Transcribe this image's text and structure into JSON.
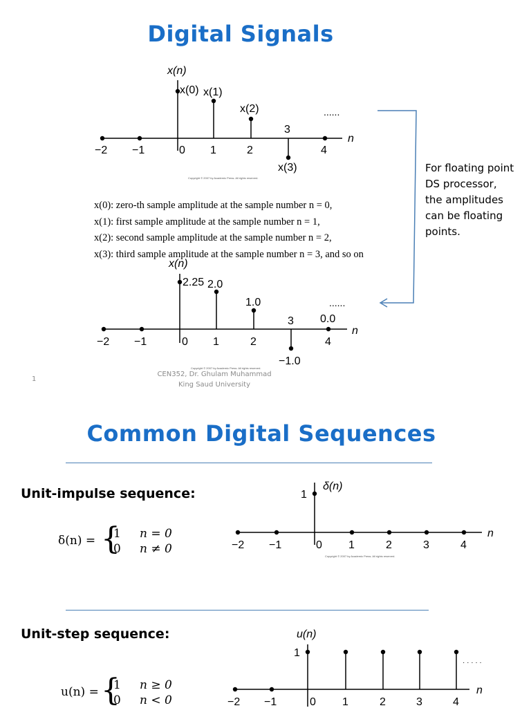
{
  "slide1": {
    "title": "Digital Signals",
    "side_note": "For floating point DS processor, the amplitudes can be floating points.",
    "desc_lines": [
      "x(0): zero-th sample amplitude at the sample number n = 0,",
      "x(1): first sample amplitude at the sample number n = 1,",
      "x(2): second sample amplitude at the sample number n = 2,",
      "x(3): third sample amplitude at the sample number n = 3, and so on"
    ],
    "footer_line1": "CEN352, Dr. Ghulam Muhammad",
    "footer_line2": "King Saud University",
    "page_number": "1",
    "copyright": "Copyright © 2007 by Academic Press. All rights reserved.",
    "plot1": {
      "ylabel": "x(n)",
      "xlabel": "n",
      "dots": "......",
      "ticks": [
        "−2",
        "−1",
        "0",
        "1",
        "2",
        "4"
      ],
      "sample_labels": [
        "x(0)",
        "x(1)",
        "x(2)",
        "3",
        "x(3)"
      ]
    },
    "plot2": {
      "ylabel": "x(n)",
      "xlabel": "n",
      "dots": "......",
      "ticks": [
        "−2",
        "−1",
        "0",
        "1",
        "2",
        "4"
      ],
      "sample_labels": [
        "2.25",
        "2.0",
        "1.0",
        "3",
        "0.0",
        "−1.0"
      ]
    }
  },
  "slide2": {
    "title": "Common Digital Sequences",
    "impulse_heading": "Unit-impulse sequence:",
    "impulse_formula_lhs": "δ(n) =",
    "impulse_cases": [
      [
        "1",
        "n = 0"
      ],
      [
        "0",
        "n ≠ 0"
      ]
    ],
    "step_heading": "Unit-step sequence:",
    "step_formula_lhs": "u(n) =",
    "step_cases": [
      [
        "1",
        "n ≥ 0"
      ],
      [
        "0",
        "n < 0"
      ]
    ],
    "copyright": "Copyright © 2007 by Academic Press. All rights reserved.",
    "plot3": {
      "ylabel": "δ(n)",
      "xlabel": "n",
      "amp_label": "1",
      "ticks": [
        "−2",
        "−1",
        "0",
        "1",
        "2",
        "3",
        "4"
      ]
    },
    "plot4": {
      "ylabel": "u(n)",
      "xlabel": "n",
      "amp_label": "1",
      "dots": "· · · · ·",
      "ticks": [
        "−2",
        "−1",
        "0",
        "1",
        "2",
        "3",
        "4"
      ]
    }
  },
  "colors": {
    "title": "#1a6ec7",
    "arrow": "#4a7fb5",
    "footer": "#8a8a8a"
  }
}
